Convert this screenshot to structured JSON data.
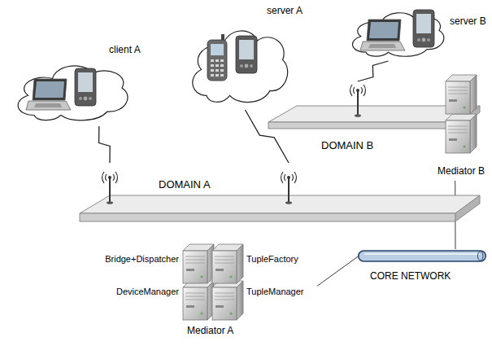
{
  "diagram": {
    "nodes": [
      {
        "text": [
          "client A"
        ]
      },
      {
        "text": [
          "server A"
        ]
      },
      {
        "text": [
          "server B"
        ]
      },
      {
        "text": [
          "DOMAIN A"
        ]
      },
      {
        "text": [
          "DOMAIN B"
        ]
      },
      {
        "text": [
          "Bridge+Dispatcher",
          "TupleFactory",
          "DeviceManager",
          "TupleManager",
          "Mediator A"
        ]
      },
      {
        "text": [
          "Mediator B"
        ]
      },
      {
        "text": [
          "CORE NETWORK"
        ]
      }
    ],
    "edges": [
      {
        "from": 0,
        "to": 3,
        "arrow": "none"
      },
      {
        "from": 1,
        "to": 3,
        "arrow": "none"
      },
      {
        "from": 2,
        "to": 4,
        "arrow": "none"
      },
      {
        "from": 5,
        "to": 7,
        "arrow": "none"
      },
      {
        "from": 6,
        "to": 7,
        "arrow": "none"
      }
    ]
  }
}
